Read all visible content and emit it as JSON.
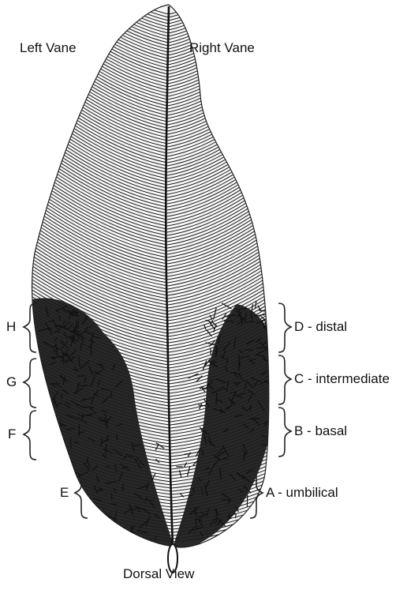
{
  "header": {
    "left_vane": "Left Vane",
    "right_vane": "Right Vane"
  },
  "left_regions": [
    {
      "letter": "H"
    },
    {
      "letter": "G"
    },
    {
      "letter": "F"
    },
    {
      "letter": "E"
    }
  ],
  "right_regions": [
    {
      "label": "D - distal"
    },
    {
      "label": "C - intermediate"
    },
    {
      "label": "B - basal"
    },
    {
      "label": "A - umbilical"
    }
  ],
  "footer": {
    "view": "Dorsal View"
  }
}
